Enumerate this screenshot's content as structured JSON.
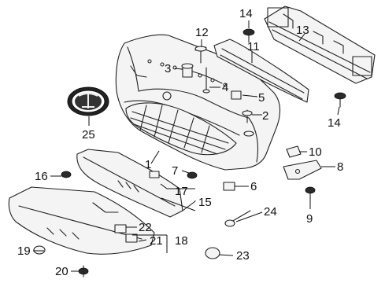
{
  "diagram": {
    "callouts": [
      {
        "id": "c1",
        "label": "1"
      },
      {
        "id": "c2",
        "label": "2"
      },
      {
        "id": "c3",
        "label": "3"
      },
      {
        "id": "c4",
        "label": "4"
      },
      {
        "id": "c5",
        "label": "5"
      },
      {
        "id": "c6",
        "label": "6"
      },
      {
        "id": "c7",
        "label": "7"
      },
      {
        "id": "c8",
        "label": "8"
      },
      {
        "id": "c9",
        "label": "9"
      },
      {
        "id": "c10",
        "label": "10"
      },
      {
        "id": "c11",
        "label": "11"
      },
      {
        "id": "c12",
        "label": "12"
      },
      {
        "id": "c13",
        "label": "13"
      },
      {
        "id": "c14a",
        "label": "14"
      },
      {
        "id": "c14b",
        "label": "14"
      },
      {
        "id": "c15",
        "label": "15"
      },
      {
        "id": "c16",
        "label": "16"
      },
      {
        "id": "c17",
        "label": "17"
      },
      {
        "id": "c18",
        "label": "18"
      },
      {
        "id": "c19",
        "label": "19"
      },
      {
        "id": "c20",
        "label": "20"
      },
      {
        "id": "c21",
        "label": "21"
      },
      {
        "id": "c22",
        "label": "22"
      },
      {
        "id": "c23",
        "label": "23"
      },
      {
        "id": "c24",
        "label": "24"
      },
      {
        "id": "c25",
        "label": "25"
      }
    ]
  }
}
